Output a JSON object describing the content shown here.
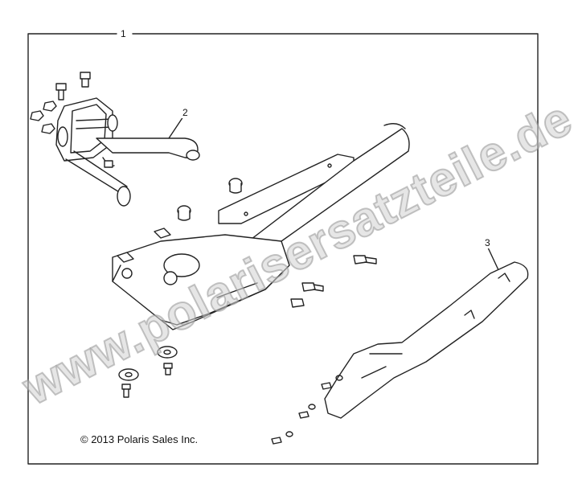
{
  "diagram": {
    "callouts": [
      {
        "id": "1",
        "label": "1"
      },
      {
        "id": "2",
        "label": "2"
      },
      {
        "id": "3",
        "label": "3"
      }
    ],
    "copyright": "© 2013 Polaris Sales Inc.",
    "watermark": "www.polarisersatzteile.de"
  }
}
